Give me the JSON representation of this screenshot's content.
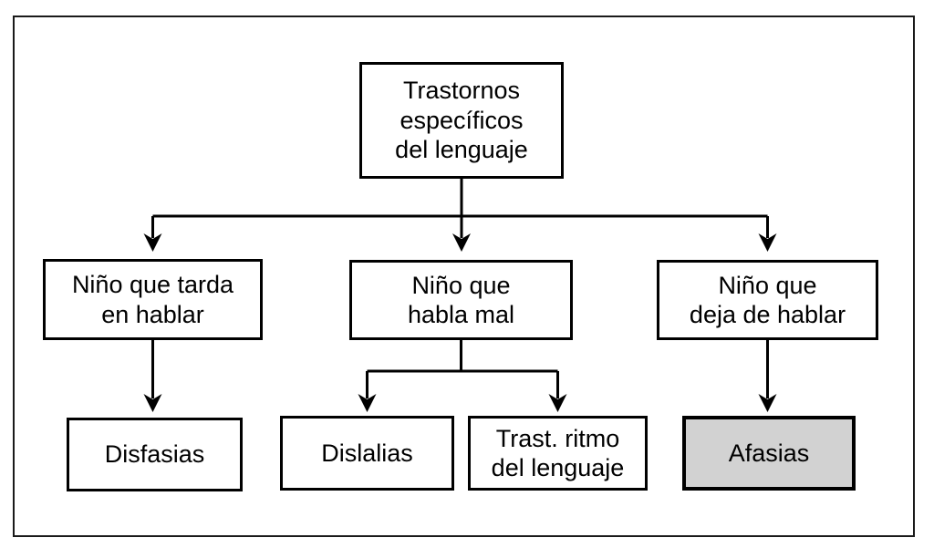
{
  "diagram": {
    "type": "flowchart",
    "language": "es",
    "colors": {
      "background": "#ffffff",
      "line": "#000000",
      "box_fill": "#ffffff",
      "highlight_fill": "#d2d2d2",
      "text": "#000000"
    },
    "nodes": {
      "root": {
        "label": "Trastornos\nespecíficos\ndel lenguaje"
      },
      "tarda": {
        "label": "Niño que tarda\nen hablar"
      },
      "habla_mal": {
        "label": "Niño que\nhabla mal"
      },
      "deja": {
        "label": "Niño que\ndeja de hablar"
      },
      "disfasias": {
        "label": "Disfasias"
      },
      "dislalias": {
        "label": "Dislalias"
      },
      "ritmo": {
        "label": "Trast. ritmo\ndel lenguaje"
      },
      "afasias": {
        "label": "Afasias",
        "highlighted": true
      }
    },
    "edges": [
      {
        "from": "root",
        "to": "tarda"
      },
      {
        "from": "root",
        "to": "habla_mal"
      },
      {
        "from": "root",
        "to": "deja"
      },
      {
        "from": "tarda",
        "to": "disfasias"
      },
      {
        "from": "habla_mal",
        "to": "dislalias"
      },
      {
        "from": "habla_mal",
        "to": "ritmo"
      },
      {
        "from": "deja",
        "to": "afasias"
      }
    ]
  }
}
